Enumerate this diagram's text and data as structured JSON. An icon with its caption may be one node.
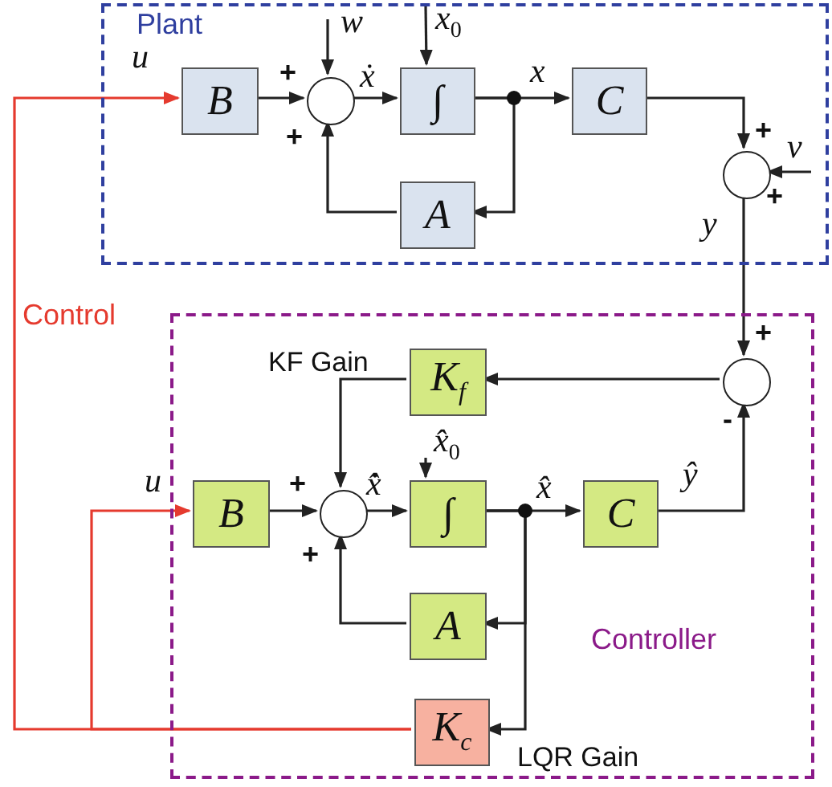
{
  "diagram": {
    "nodes": [
      {
        "text": [
          "Plant"
        ]
      },
      {
        "text": [
          "B"
        ],
        "in": 0
      },
      {
        "text": [],
        "shape": "circle",
        "in": 0
      },
      {
        "text": [
          "∫"
        ],
        "in": 0
      },
      {
        "text": [
          "C"
        ],
        "in": 0
      },
      {
        "text": [
          "A"
        ],
        "in": 0
      },
      {
        "text": [],
        "shape": "circle",
        "in": 0
      },
      {
        "text": [
          "Controller"
        ]
      },
      {
        "text": [
          "K$_{f}$"
        ],
        "in": 7,
        "beside": [
          "KF Gain"
        ]
      },
      {
        "text": [],
        "shape": "circle",
        "in": 7
      },
      {
        "text": [
          "B"
        ],
        "in": 7
      },
      {
        "text": [],
        "shape": "circle",
        "in": 7
      },
      {
        "text": [
          "∫"
        ],
        "in": 7
      },
      {
        "text": [
          "C"
        ],
        "in": 7
      },
      {
        "text": [
          "A"
        ],
        "in": 7
      },
      {
        "text": [
          "K$_{c}$"
        ],
        "in": 7,
        "beside": [
          "LQR Gain"
        ]
      }
    ],
    "edges": [
      {
        "from": 1,
        "to": 2,
        "arrow": "to"
      },
      {
        "from": 2,
        "to": 3,
        "arrow": "to",
        "label": "ẋ"
      },
      {
        "from": 3,
        "to": 4,
        "arrow": "to",
        "label": "x"
      },
      {
        "from": 3,
        "to": 5,
        "arrow": "to"
      },
      {
        "from": 5,
        "to": 2,
        "arrow": "to"
      },
      {
        "from": 4,
        "to": 6,
        "arrow": "to"
      },
      {
        "from": null,
        "to": 2,
        "arrow": "to",
        "label": "w"
      },
      {
        "from": null,
        "to": 3,
        "arrow": "to",
        "label": "x$_{0}$"
      },
      {
        "from": null,
        "to": 6,
        "arrow": "to",
        "label": "v"
      },
      {
        "from": 6,
        "to": 9,
        "arrow": "to",
        "label": "y"
      },
      {
        "from": 9,
        "to": 8,
        "arrow": "to"
      },
      {
        "from": 8,
        "to": 11,
        "arrow": "to"
      },
      {
        "from": 10,
        "to": 11,
        "arrow": "to"
      },
      {
        "from": 11,
        "to": 12,
        "arrow": "to",
        "label": "x̂̇"
      },
      {
        "from": 12,
        "to": 13,
        "arrow": "to",
        "label": "x̂"
      },
      {
        "from": 12,
        "to": 14,
        "arrow": "to"
      },
      {
        "from": 12,
        "to": 15,
        "arrow": "to"
      },
      {
        "from": 14,
        "to": 11,
        "arrow": "to"
      },
      {
        "from": 13,
        "to": 9,
        "arrow": "to",
        "label": "ŷ"
      },
      {
        "from": null,
        "to": 12,
        "arrow": "to",
        "label": "x̂$_{0}$"
      },
      {
        "from": 15,
        "to": 1,
        "arrow": "to",
        "color": "#e53a2e"
      },
      {
        "from": 15,
        "to": 10,
        "arrow": "to",
        "color": "#e53a2e"
      }
    ],
    "labels": [
      "u",
      "+",
      "+",
      "+",
      "+",
      "Control",
      "+",
      "-",
      "u",
      "+",
      "+"
    ]
  }
}
